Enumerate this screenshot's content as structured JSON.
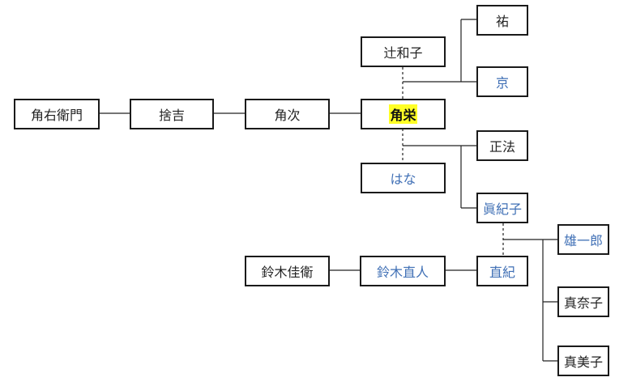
{
  "nodes": {
    "kakuemon": "角右衛門",
    "sutekichi": "捨吉",
    "kakuji": "角次",
    "kakuei": "角栄",
    "tsuji_kazuko": "辻和子",
    "hana": "はな",
    "yu": "祐",
    "kyo": "京",
    "masanori": "正法",
    "makiko": "眞紀子",
    "naoki": "直紀",
    "suzuki_naoto": "鈴木直人",
    "suzuki_yoshiei": "鈴木佳衛",
    "yuichiro": "雄一郎",
    "manako": "真奈子",
    "mamiko": "真美子"
  },
  "colors": {
    "blue_text": "#3f6fb5",
    "highlight": "#ffff26",
    "border": "#1a1a1a"
  }
}
